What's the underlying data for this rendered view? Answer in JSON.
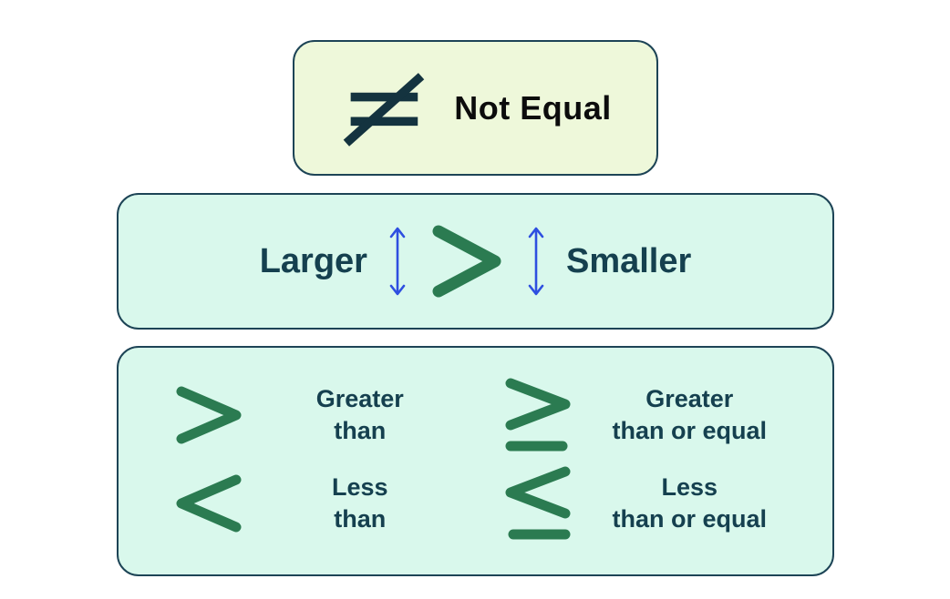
{
  "colors": {
    "background": "#ffffff",
    "top_box_fill": "#eef8da",
    "mint_fill": "#d9f8ec",
    "box_border": "#1d4456",
    "dark_navy": "#14333f",
    "text_dark": "#15404f",
    "green": "#2b7b51",
    "blue": "#2e4fe0",
    "black": "#0c0c0c"
  },
  "top_box": {
    "symbol": "not-equal",
    "label": "Not Equal"
  },
  "middle_box": {
    "left_label": "Larger",
    "symbol": "greater-than",
    "right_label": "Smaller"
  },
  "bottom_box": {
    "items": [
      {
        "symbol": "greater-than",
        "line1": "Greater",
        "line2": "than"
      },
      {
        "symbol": "greater-than-or-equal",
        "line1": "Greater",
        "line2": "than or equal"
      },
      {
        "symbol": "less-than",
        "line1": "Less",
        "line2": "than"
      },
      {
        "symbol": "less-than-or-equal",
        "line1": "Less",
        "line2": "than or equal"
      }
    ]
  }
}
